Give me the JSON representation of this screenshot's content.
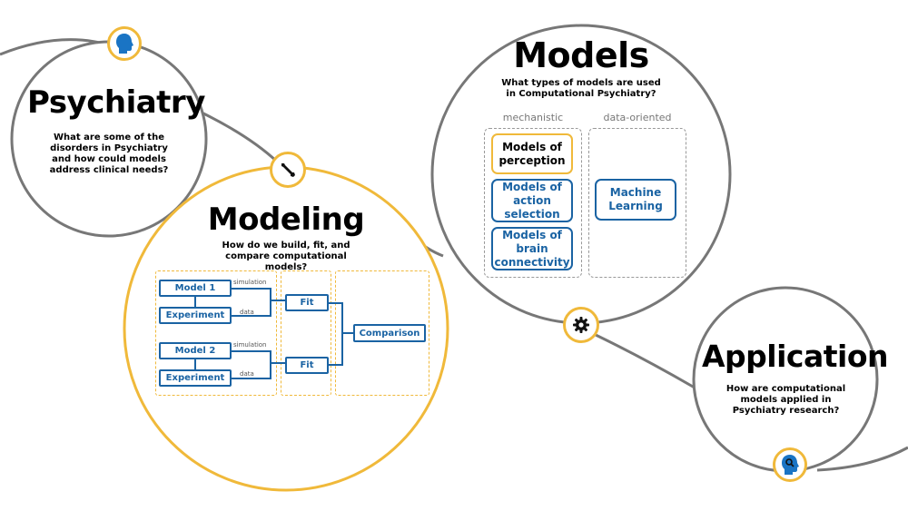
{
  "sections": {
    "psychiatry": {
      "title": "Psychiatry",
      "question": "What are some of the disorders in Psychiatry and how could models address clinical needs?"
    },
    "modeling": {
      "title": "Modeling",
      "question": "How do we build, fit, and compare computational models?",
      "diagram": {
        "model1": "Model 1",
        "model2": "Model 2",
        "experiment": "Experiment",
        "fit": "Fit",
        "comparison": "Comparison",
        "simulation_label": "simulation",
        "data_label": "data"
      }
    },
    "models": {
      "title": "Models",
      "question": "What types of models are used in Computational Psychiatry?",
      "mechanistic_label": "mechanistic",
      "data_oriented_label": "data-oriented",
      "mechanistic_items": [
        "Models of perception",
        "Models of action selection",
        "Models of brain connectivity"
      ],
      "data_oriented_items": [
        "Machine Learning"
      ]
    },
    "application": {
      "title": "Application",
      "question": "How are computational models applied in Psychiatry research?"
    }
  },
  "icons": {
    "psychiatry": "head-profile-icon",
    "modeling": "wrench-icon",
    "models": "gear-icon",
    "application": "head-magnifier-icon"
  },
  "colors": {
    "accent": "#f0b93a",
    "blue": "#1a63a3",
    "circle_stroke": "#777777",
    "icon_blue": "#1a74c4"
  }
}
